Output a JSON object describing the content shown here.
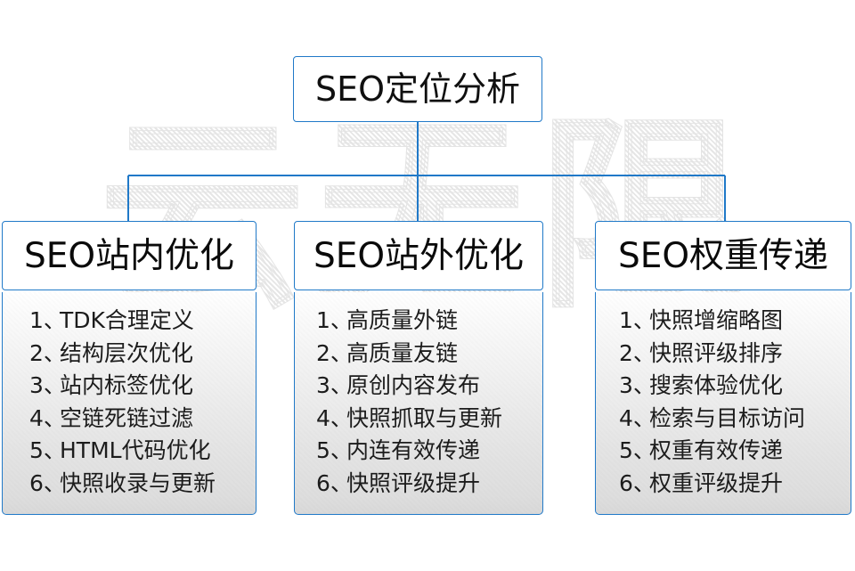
{
  "watermark": {
    "text": "云无限"
  },
  "theme": {
    "line_color": "#2079c8",
    "box_border": "#2079c8",
    "text_color": "#101010",
    "body_bg_top": "#ffffff",
    "body_bg_bottom": "#d9d9d9"
  },
  "root": {
    "title": "SEO定位分析"
  },
  "columns": [
    {
      "title": "SEO站内优化",
      "items": [
        {
          "index": "1、",
          "text": "TDK合理定义"
        },
        {
          "index": "2、",
          "text": "结构层次优化"
        },
        {
          "index": "3、",
          "text": "站内标签优化"
        },
        {
          "index": "4、",
          "text": "空链死链过滤"
        },
        {
          "index": "5、",
          "text": "HTML代码优化"
        },
        {
          "index": "6、",
          "text": "快照收录与更新"
        }
      ]
    },
    {
      "title": "SEO站外优化",
      "items": [
        {
          "index": "1、",
          "text": "高质量外链"
        },
        {
          "index": "2、",
          "text": "高质量友链"
        },
        {
          "index": "3、",
          "text": "原创内容发布"
        },
        {
          "index": "4、",
          "text": "快照抓取与更新"
        },
        {
          "index": "5、",
          "text": "内连有效传递"
        },
        {
          "index": "6、",
          "text": "快照评级提升"
        }
      ]
    },
    {
      "title": "SEO权重传递",
      "items": [
        {
          "index": "1、",
          "text": "快照增缩略图"
        },
        {
          "index": "2、",
          "text": "快照评级排序"
        },
        {
          "index": "3、",
          "text": "搜索体验优化"
        },
        {
          "index": "4、",
          "text": "检索与目标访问"
        },
        {
          "index": "5、",
          "text": "权重有效传递"
        },
        {
          "index": "6、",
          "text": "权重评级提升"
        }
      ]
    }
  ]
}
